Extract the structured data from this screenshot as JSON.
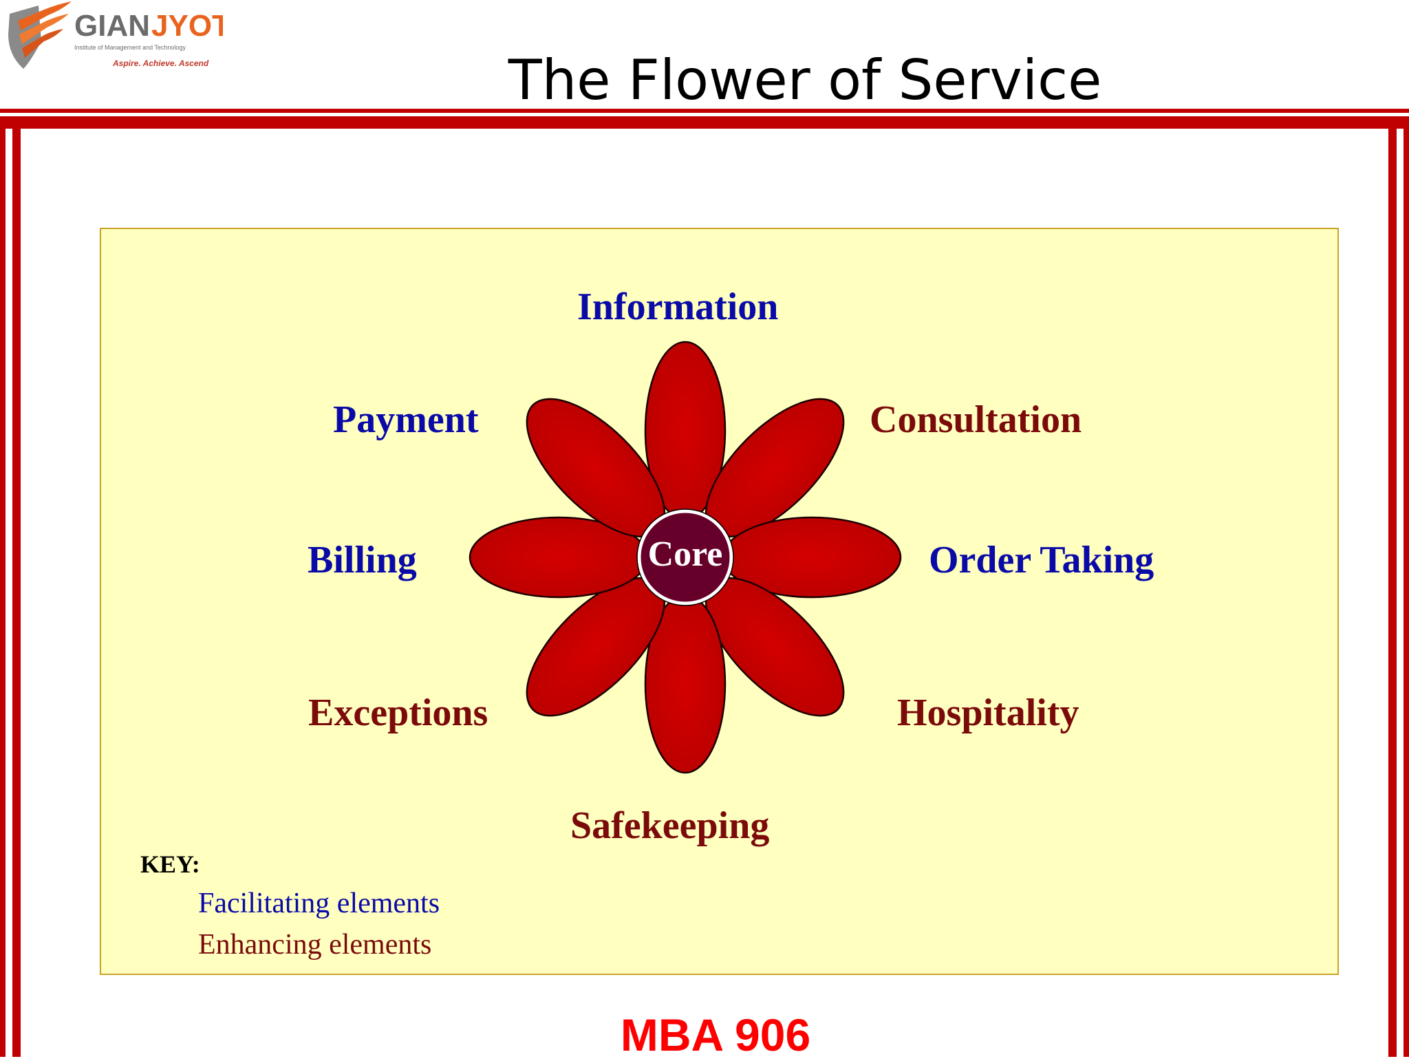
{
  "header": {
    "logo": {
      "brand_part1": "GIAN",
      "brand_part2": "JYOTI",
      "subtitle": "Institute of Management and Technology",
      "tagline": "Aspire. Achieve. Ascend",
      "icon": "shield-wing-icon"
    },
    "title": "The Flower of Service"
  },
  "diagram": {
    "center": "Core",
    "petals": {
      "information": "Information",
      "consultation": "Consultation",
      "order_taking": "Order Taking",
      "hospitality": "Hospitality",
      "safekeeping": "Safekeeping",
      "exceptions": "Exceptions",
      "billing": "Billing",
      "payment": "Payment"
    },
    "key": {
      "heading": "KEY:",
      "facilitating": "Facilitating elements",
      "enhancing": "Enhancing elements"
    }
  },
  "footer": "MBA 906",
  "colors": {
    "rule": "#c00000",
    "panel_bg": "#ffffc0",
    "panel_border": "#c9a227",
    "petal": "#c00000",
    "core": "#66002a",
    "facilitating": "#0a0aa8",
    "enhancing": "#7b0b0b",
    "footer": "#ff0000"
  }
}
